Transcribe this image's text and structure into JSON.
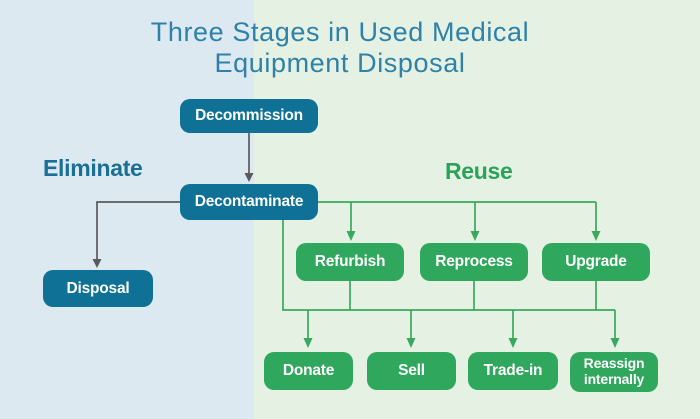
{
  "title": {
    "line1": "Three Stages in Used Medical",
    "line2": "Equipment Disposal"
  },
  "stage_labels": {
    "eliminate": "Eliminate",
    "reuse": "Reuse"
  },
  "nodes": {
    "decommission": {
      "label": "Decommission"
    },
    "decontaminate": {
      "label": "Decontaminate"
    },
    "disposal": {
      "label": "Disposal"
    },
    "refurbish": {
      "label": "Refurbish"
    },
    "reprocess": {
      "label": "Reprocess"
    },
    "upgrade": {
      "label": "Upgrade"
    },
    "donate": {
      "label": "Donate"
    },
    "sell": {
      "label": "Sell"
    },
    "trade_in": {
      "label": "Trade-in"
    },
    "reassign": {
      "label": "Reassign internally"
    }
  },
  "colors": {
    "bg_left": "#dde9f1",
    "bg_right": "#e4f1e3",
    "title_text": "#2e81a8",
    "teal_box": "#0e7195",
    "green_box": "#2fa75c",
    "eliminate_text": "#1b6f94",
    "reuse_text": "#2aa35a",
    "gray_line": "#595a5c",
    "green_line": "#3aa85e",
    "box_text": "#ffffff"
  }
}
